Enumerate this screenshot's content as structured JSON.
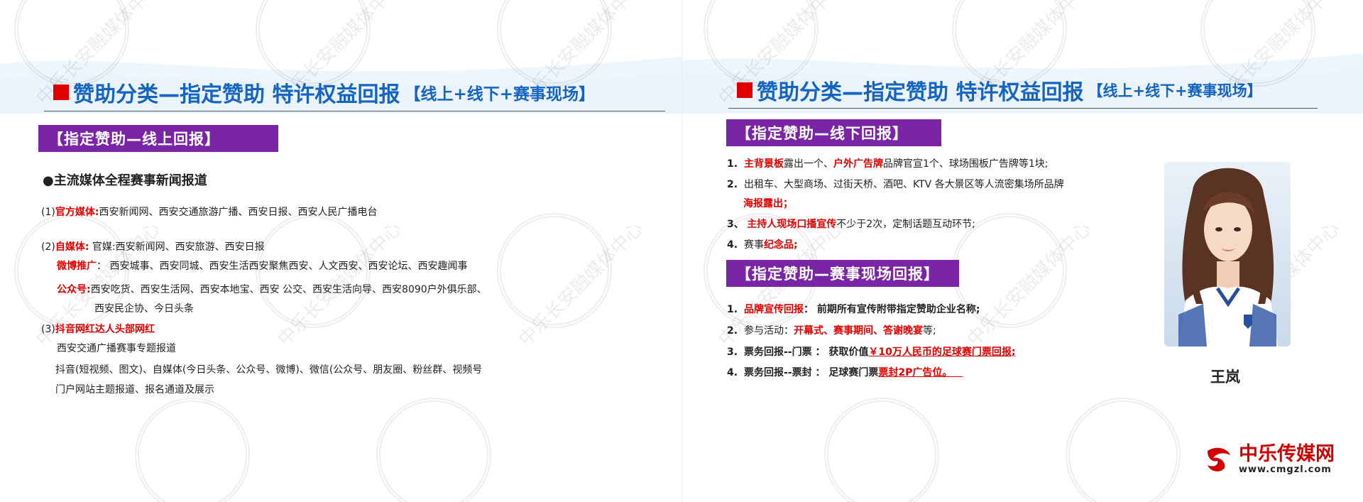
{
  "brand": {
    "red": "#e00000",
    "blue": "#1565c0",
    "purple": "#7a25a6"
  },
  "watermark": {
    "text": "中乐长安融媒体中心"
  },
  "left": {
    "title_main": "赞助分类—指定赞助 特许权益回报",
    "title_sub": "【线上+线下+赛事现场】",
    "section": "【指定赞助—线上回报】",
    "heading": "●主流媒体全程赛事新闻报道",
    "l1_prefix": "(1)",
    "l1_label": "官方媒体:",
    "l1_text": "西安新闻网、西安交通旅游广播、西安日报、西安人民广播电台",
    "l2_prefix": "(2)",
    "l2_label": "自媒体:",
    "l2_text": " 官媒:西安新闻网、西安旅游、西安日报",
    "l2b_label": "微博推广",
    "l2b_text": "：  西安城事、西安同城、西安生活西安聚焦西安、人文西安、西安论坛、西安趣闻事",
    "l2c_label": "公众号:",
    "l2c_text": "西安吃货、西安生活网、西安本地宝、西安 公交、西安生活向导、西安8090户外俱乐部、",
    "l2c_text2": "西安民企协、今日头条",
    "l3_prefix": "(3)",
    "l3_label": "抖音网红达人头部网红",
    "l3_text1": "西安交通广播赛事专题报道",
    "l3_text2": "抖音(短视频、图文)、自媒体(今日头条、公众号、微博)、微信(公众号、朋友圈、粉丝群、视频号",
    "l3_text3": "门户网站主题报道、报名通道及展示"
  },
  "right": {
    "title_main": "赞助分类—指定赞助 特许权益回报",
    "title_sub": "【线上+线下+赛事现场】",
    "section1": "【指定赞助—线下回报】",
    "s1_1_num": "1.",
    "s1_1_red1": "主背景板",
    "s1_1_t1": "露出一个、",
    "s1_1_red2": "户外广告牌",
    "s1_1_t2": "品牌官宣1个、球场围板广告牌等1块;",
    "s1_2_num": "2.",
    "s1_2_t1": "出租车、大型商场、过街天桥、酒吧、KTV 各大景区等人流密集场所品牌",
    "s1_2_red": "海报露出；",
    "s1_3_num": "3、",
    "s1_3_red": "主持人现场口播宣传",
    "s1_3_t": "不少于2次，定制话题互动环节;",
    "s1_4_num": "4.",
    "s1_4_t": "赛事",
    "s1_4_red": "纪念品;",
    "section2": "【指定赞助—赛事现场回报】",
    "s2_1_num": "1.",
    "s2_1_red": "品牌宣传回报",
    "s2_1_t": "：  前期所有宣传附带指定赞助企业名称;",
    "s2_2_num": "2.",
    "s2_2_t1": "参与活动：",
    "s2_2_red": "开幕式、赛事期间、答谢晚宴",
    "s2_2_t2": "等;",
    "s2_3_num": "3.",
    "s2_3_t": "票务回报--门票  ：  获取价值",
    "s2_3_red": "￥10万人民币的足球赛门票回报;",
    "s2_4_num": "4.",
    "s2_4_t": "票务回报--票封  ：  足球赛门票",
    "s2_4_red": "票封2P广告位。",
    "caption": "王岚"
  },
  "logo": {
    "cn": "中乐传媒网",
    "url": "www.cmgzl.com"
  }
}
